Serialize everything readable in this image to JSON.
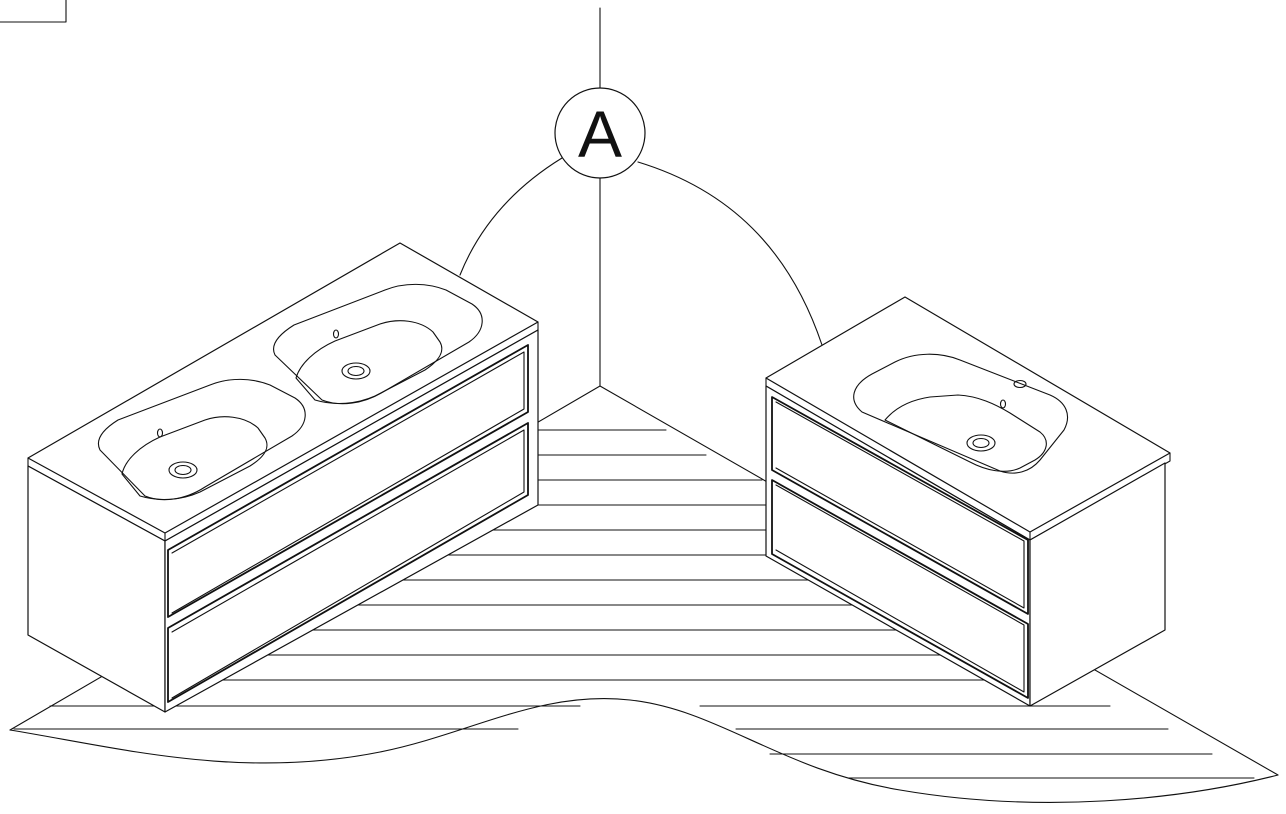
{
  "diagram": {
    "view_label": "A",
    "colors": {
      "line": "#111111",
      "background": "#ffffff"
    },
    "items": [
      {
        "name": "double-basin-vanity",
        "basins": 2,
        "drawers": 2
      },
      {
        "name": "single-basin-vanity",
        "basins": 1,
        "drawers": 2
      }
    ]
  }
}
